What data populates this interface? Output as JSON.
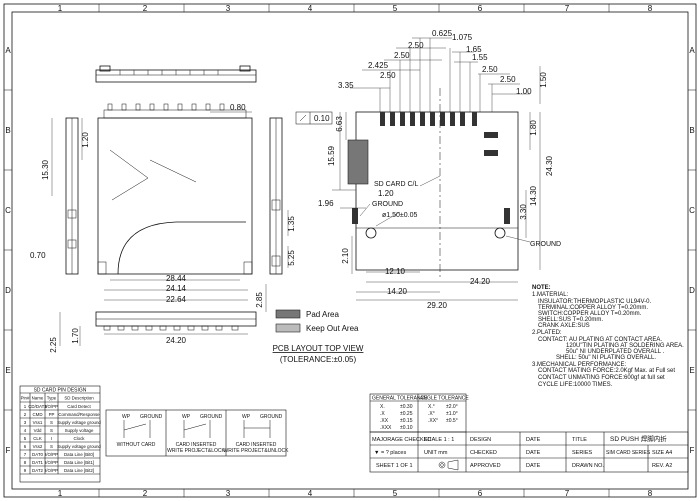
{
  "border": {
    "columns": [
      "1",
      "2",
      "3",
      "4",
      "5",
      "6",
      "7",
      "8"
    ],
    "rows": [
      "A",
      "B",
      "C",
      "D",
      "E",
      "F"
    ]
  },
  "dims_top": {
    "d0625": "0.625",
    "d1075": "1.075",
    "d250a": "2.50",
    "d165": "1.65",
    "d250b": "2.50",
    "d155": "1.55",
    "d2425": "2.425",
    "d250c": "2.50",
    "d250d": "2.50",
    "d250e": "2.50",
    "d100": "1.00",
    "d150": "1.50",
    "d335": "3.35"
  },
  "dims_left": {
    "d080": "0.80",
    "d1530": "15.30",
    "d120a": "1.20",
    "d070": "0.70",
    "d2844": "28.44",
    "d2414": "24.14",
    "d2264": "22.64",
    "d2420a": "24.20",
    "d285": "2.85",
    "d225": "2.25",
    "d170": "1.70",
    "d135": "1.35",
    "d525": "5.25"
  },
  "dims_pcb": {
    "flatness": "0.10",
    "d663": "6.63",
    "d1559": "15.59",
    "d180": "1.80",
    "d2430": "24.30",
    "d1430": "14.30",
    "d330": "3.30",
    "d196": "1.96",
    "d120b": "1.20",
    "d210": "2.10",
    "d1210": "12.10",
    "d2420b": "24.20",
    "d1420": "14.20",
    "d2920": "29.20"
  },
  "callouts": {
    "sdcard": "SD CARD C/L",
    "ground1": "GROUND",
    "hole": "ø1.50±0.05",
    "ground2": "GROUND"
  },
  "legend": {
    "pad": "Pad Area",
    "keepout": "Keep Out Area",
    "title": "PCB LAYOUT TOP VIEW",
    "tolerance": "(TOLERANCE:±0.05)"
  },
  "notes": [
    "NOTE:",
    "1.MATERIAL:",
    "INSULATOR:THERMOPLASTIC UL94V-0.",
    "TERMINAL:COPPER ALLOY T=0.20mm.",
    "SWITCH:COPPER ALLOY T=0.20mm.",
    "SHELL:SUS T=0.20mm.",
    "CRANK AXLE:SUS",
    "2.PLATED:",
    "CONTACT: AU PLATING AT CONTACT AREA.",
    "120U\"TIN PLATING AT SOLDERING AREA.",
    "50u\" NI UNDERPLATED OVERALL .",
    "SHELL: 50u\" NI PLATING OVERALL.",
    "3.MECHANICAL PERFORMANCE:",
    "CONTACT MATING FORCE:2.0Kgf Max. at Full set",
    "CONTACT UNMATING FORCE:600gf at full set",
    "CYCLE LIFE:10000 TIMES."
  ],
  "pin_table": {
    "title": "SD CARD PIN DESIGN",
    "headers": [
      "Pin#",
      "Name",
      "Type",
      "SD Description"
    ],
    "rows": [
      [
        "1",
        "CD/DAT3",
        "I/O/PP",
        "Card Detect"
      ],
      [
        "2",
        "CMD",
        "PP",
        "Command/Response"
      ],
      [
        "3",
        "Vss1",
        "S",
        "Supply voltage ground"
      ],
      [
        "4",
        "Vdd",
        "S",
        "Supply voltage"
      ],
      [
        "5",
        "CLK",
        "I",
        "Clock"
      ],
      [
        "6",
        "Vss2",
        "S",
        "Supply voltage ground"
      ],
      [
        "7",
        "DAT0",
        "I/O/PP",
        "Data Line [Bit0]"
      ],
      [
        "8",
        "DAT1",
        "I/O/PP",
        "Data Line [Bit1]"
      ],
      [
        "9",
        "DAT2",
        "I/O/PP",
        "Data Line [Bit2]"
      ]
    ]
  },
  "switch_diagrams": [
    {
      "a": "WP",
      "b": "GROUND",
      "caption": "WITHOUT CARD",
      "caption2": ""
    },
    {
      "a": "WP",
      "b": "GROUND",
      "caption": "CARD INSERTED",
      "caption2": "WRITE PROJECT&LOCK"
    },
    {
      "a": "WP",
      "b": "GROUND",
      "caption": "CARD INSERTED",
      "caption2": "WRITE PROJECT&UNLOCK"
    }
  ],
  "tolerance_table": {
    "general": "GENERAL TOLERANCE",
    "angle": "ANGLE TOLERANCE",
    "rows": [
      [
        "X.",
        "±0.30",
        "X.°",
        "±2.0°"
      ],
      [
        ".X",
        "±0.25",
        ".X°",
        "±1.0°"
      ],
      [
        ".XX",
        "±0.15",
        ".XX°",
        "±0.5°"
      ],
      [
        ".XXX",
        "±0.10",
        "",
        ""
      ]
    ]
  },
  "title_block": {
    "majorage": "MAJORAGE CHECKED",
    "scale": "SCALE 1 : 1",
    "design": "DESIGN",
    "date1": "DATE",
    "title_lbl": "TITLE",
    "title_val": "SD PUSH 焊脚内折",
    "places": "▼ = ? places",
    "unit": "UNIT mm",
    "checked": "CHECKED",
    "date2": "DATE",
    "series": "SERIES",
    "series_val": "SIM CARD SERIES",
    "size": "SIZE A4",
    "sheet": "SHEET 1 OF 1",
    "approved": "APPROVED",
    "date3": "DATE",
    "drawn": "DRAWN NO.",
    "rev": "REV. A2"
  }
}
